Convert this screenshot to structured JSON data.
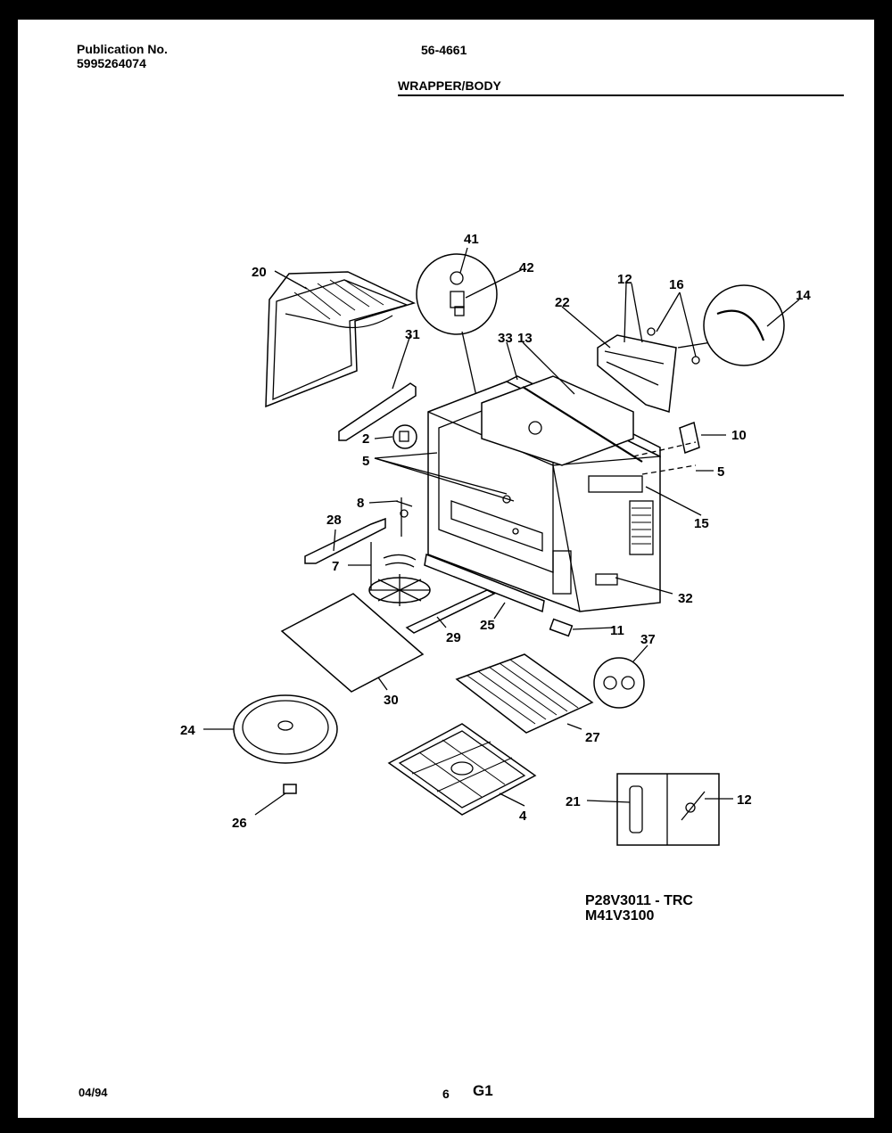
{
  "header": {
    "publication_label": "Publication No.",
    "publication_number": "5995264074",
    "model_group": "56-4661",
    "section_title": "WRAPPER/BODY"
  },
  "callouts": [
    "41",
    "42",
    "20",
    "12",
    "16",
    "14",
    "22",
    "31",
    "33",
    "13",
    "2",
    "10",
    "5",
    "5",
    "8",
    "15",
    "28",
    "7",
    "32",
    "11",
    "29",
    "25",
    "37",
    "30",
    "27",
    "24",
    "4",
    "21",
    "12",
    "26"
  ],
  "model_numbers": [
    "P28V3011 - TRC",
    "M41V3100"
  ],
  "footer": {
    "date": "04/94",
    "page": "6",
    "code": "G1"
  }
}
